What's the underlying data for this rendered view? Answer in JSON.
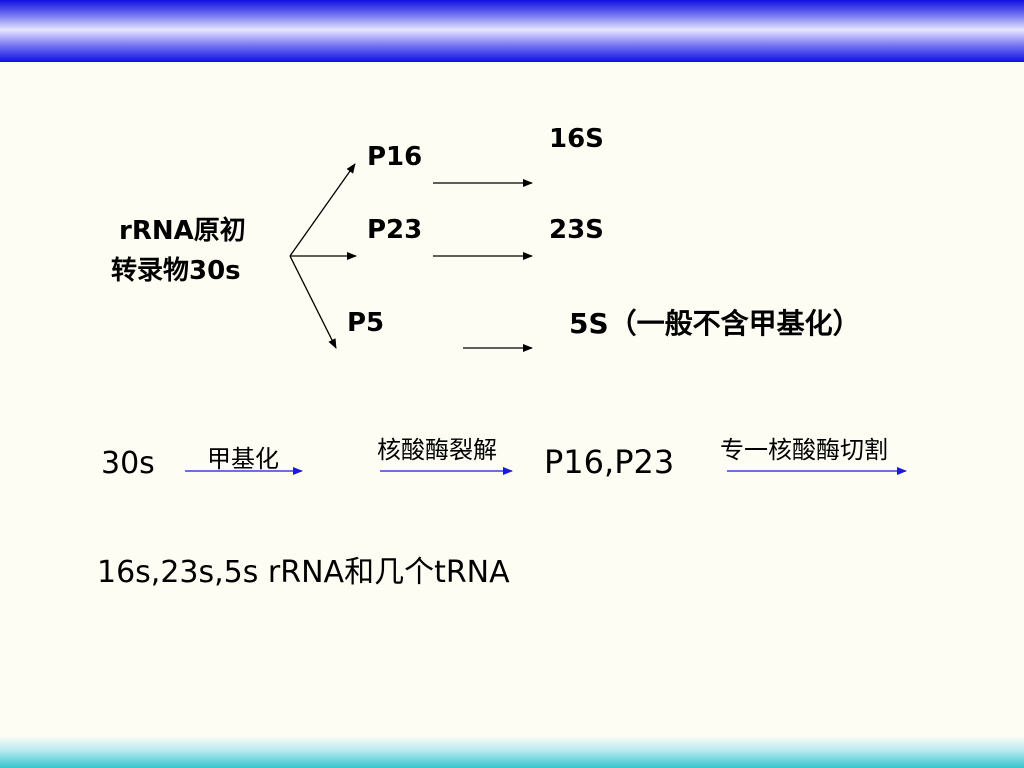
{
  "slide": {
    "source_label_line1": "rRNA原初",
    "source_label_line2": "转录物30s",
    "branches": [
      {
        "precursor": "P16",
        "product": "16S"
      },
      {
        "precursor": "P23",
        "product": "23S"
      },
      {
        "precursor": "P5",
        "product": "5S（一般不含甲基化）"
      }
    ],
    "process": {
      "start": "30s",
      "step1_label": "甲基化",
      "step2_label": "核酸酶裂解",
      "intermediate": "P16,P23",
      "step3_label": "专一核酸酶切割"
    },
    "result": "16s,23s,5s rRNA和几个tRNA"
  },
  "colors": {
    "arrow_blue": "#1a1adc",
    "header_band": "#1010e0",
    "footer_band": "#38c4cc"
  }
}
